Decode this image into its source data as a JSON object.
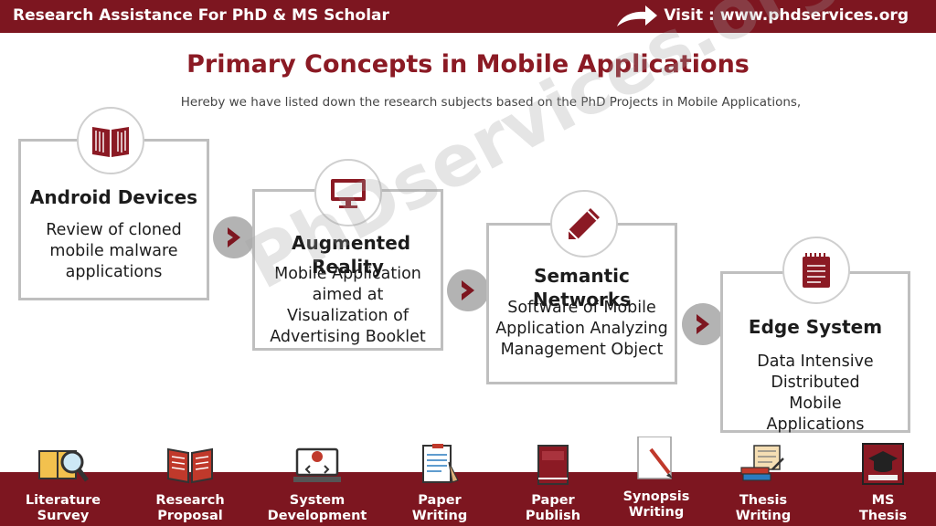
{
  "header": {
    "brand": "Research Assistance For PhD & MS Scholar",
    "visit": "Visit : www.phdservices.org"
  },
  "main": {
    "title": "Primary Concepts in Mobile Applications",
    "subtitle": "Hereby we have listed down the research subjects based on the PhD Projects in Mobile Applications,",
    "watermark": "PhDservices.org"
  },
  "cards": [
    {
      "title": "Android Devices",
      "body": "Review of cloned mobile malware applications",
      "icon": "book-icon"
    },
    {
      "title": "Augmented Reality",
      "body": "Mobile Application aimed at Visualization of Advertising Booklet",
      "icon": "monitor-icon"
    },
    {
      "title": "Semantic Networks",
      "body": "Software of Mobile Application Analyzing Management Object",
      "icon": "pencil-icon"
    },
    {
      "title": "Edge System",
      "body": "Data Intensive Distributed Mobile Applications",
      "icon": "notepad-icon"
    }
  ],
  "footer": {
    "items": [
      {
        "label_1": "Literature",
        "label_2": "Survey",
        "icon": "magnifier-book-icon"
      },
      {
        "label_1": "Research",
        "label_2": "Proposal",
        "icon": "open-book-icon"
      },
      {
        "label_1": "System",
        "label_2": "Development",
        "icon": "computer-code-icon"
      },
      {
        "label_1": "Paper",
        "label_2": "Writing",
        "icon": "paper-writing-icon"
      },
      {
        "label_1": "Paper",
        "label_2": "Publish",
        "icon": "journal-icon"
      },
      {
        "label_1": "Synopsis",
        "label_2": "Writing",
        "icon": "synopsis-pen-icon"
      },
      {
        "label_1": "Thesis",
        "label_2": "Writing",
        "icon": "scroll-books-icon"
      },
      {
        "label_1": "MS",
        "label_2": "Thesis",
        "icon": "graduate-cap-icon"
      }
    ]
  },
  "colors": {
    "brand": "#7d1620",
    "title": "#8b1a24",
    "card_border": "#bfbfbf",
    "chevron_bg": "#b3b3b3"
  }
}
